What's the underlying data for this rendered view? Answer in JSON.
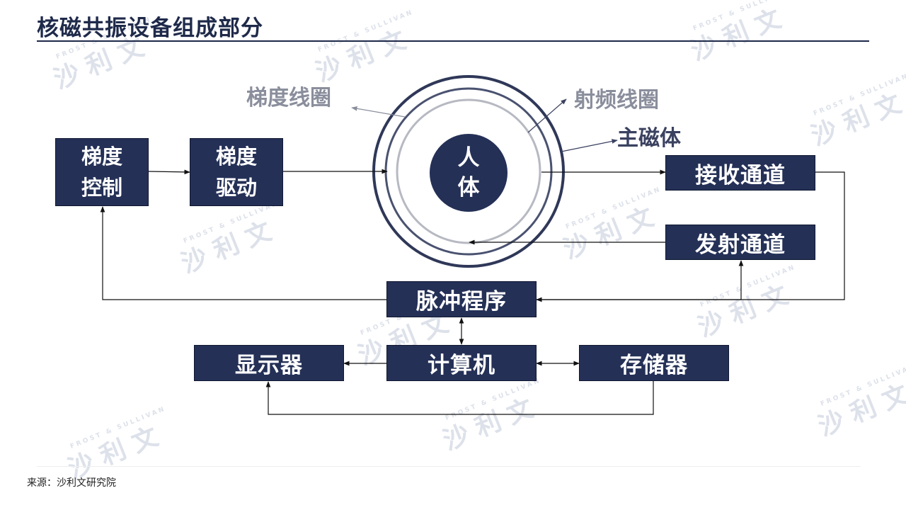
{
  "title": "核磁共振设备组成部分",
  "source": "来源：沙利文研究院",
  "watermark": {
    "brand": "沙 利 文",
    "tagline": "FROST & SULLIVAN"
  },
  "colors": {
    "box_fill": "#243056",
    "title": "#1f2a4a",
    "coil_grey": "#8a8e9c"
  },
  "diagram": {
    "labels": {
      "gradient_coil": "梯度线圈",
      "rf_coil": "射频线圈",
      "main_magnet": "主磁体"
    },
    "center": "人\n体",
    "nodes": {
      "gradient_control": "梯度\n控制",
      "gradient_drive": "梯度\n驱动",
      "receive_channel": "接收通道",
      "transmit_channel": "发射通道",
      "pulse_program": "脉冲程序",
      "computer": "计算机",
      "display": "显示器",
      "storage": "存储器"
    },
    "edges": [
      [
        "gradient_control",
        "gradient_drive"
      ],
      [
        "gradient_drive",
        "magnet_rings"
      ],
      [
        "magnet_rings",
        "receive_channel"
      ],
      [
        "transmit_channel",
        "magnet_rings"
      ],
      [
        "receive_channel",
        "pulse_program"
      ],
      [
        "pulse_program",
        "gradient_control"
      ],
      [
        "pulse_program",
        "transmit_channel"
      ],
      [
        "pulse_program",
        "computer"
      ],
      [
        "computer",
        "display"
      ],
      [
        "computer",
        "storage"
      ],
      [
        "storage",
        "display"
      ]
    ]
  }
}
